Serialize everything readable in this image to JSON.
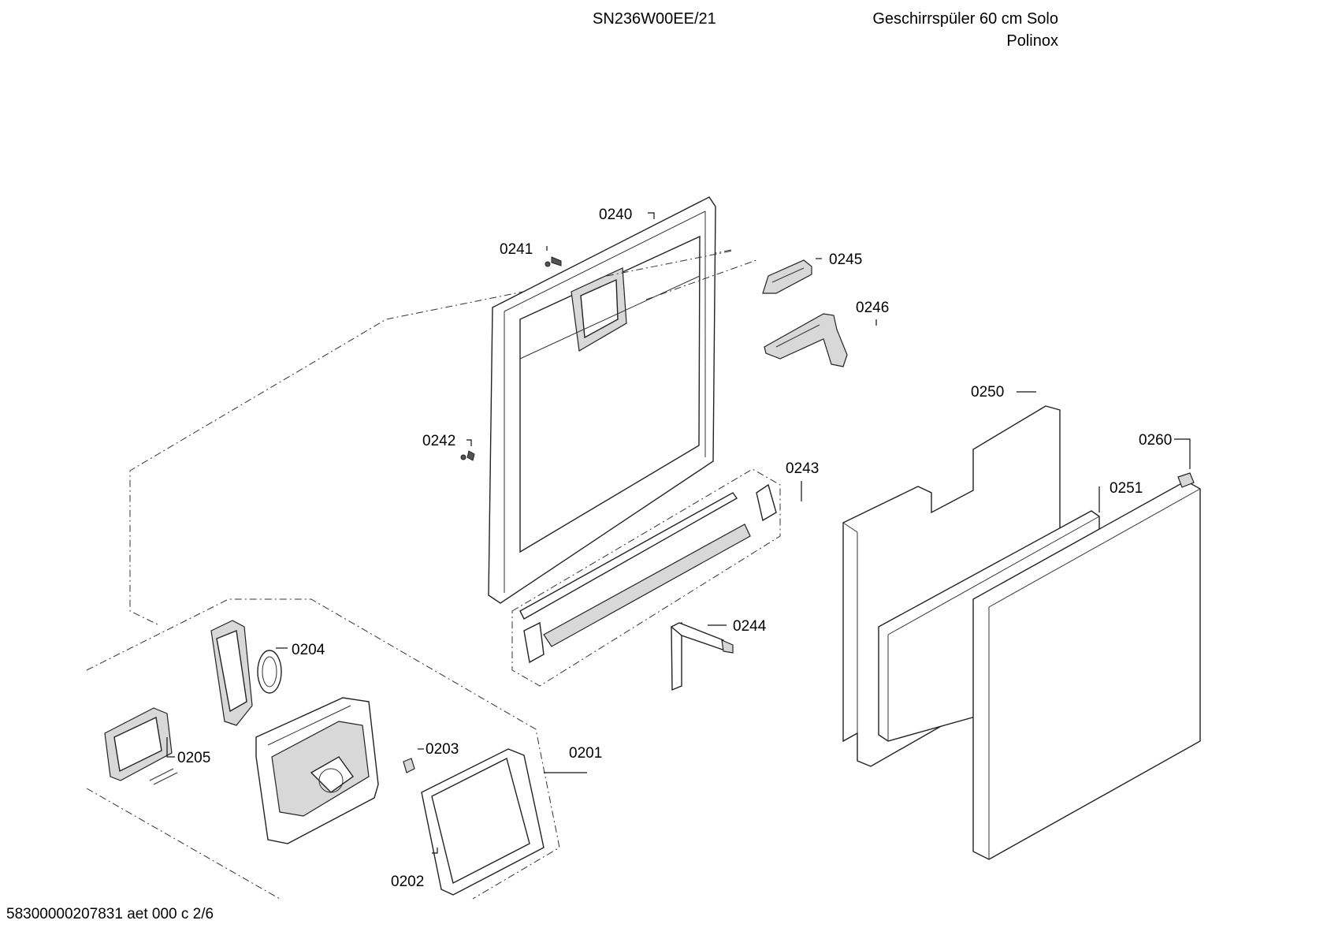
{
  "header": {
    "model": "SN236W00EE/21",
    "title_line1": "Geschirrspüler 60 cm Solo",
    "title_line2": "Polinox"
  },
  "footer": {
    "code": "58300000207831 aet 000 c 2/6"
  },
  "parts": {
    "p0240": "0240",
    "p0241": "0241",
    "p0245": "0245",
    "p0246": "0246",
    "p0242": "0242",
    "p0243": "0243",
    "p0250": "0250",
    "p0260": "0260",
    "p0251": "0251",
    "p0244": "0244",
    "p0204": "0204",
    "p0205": "0205",
    "p0203": "0203",
    "p0201": "0201",
    "p0202": "0202"
  }
}
